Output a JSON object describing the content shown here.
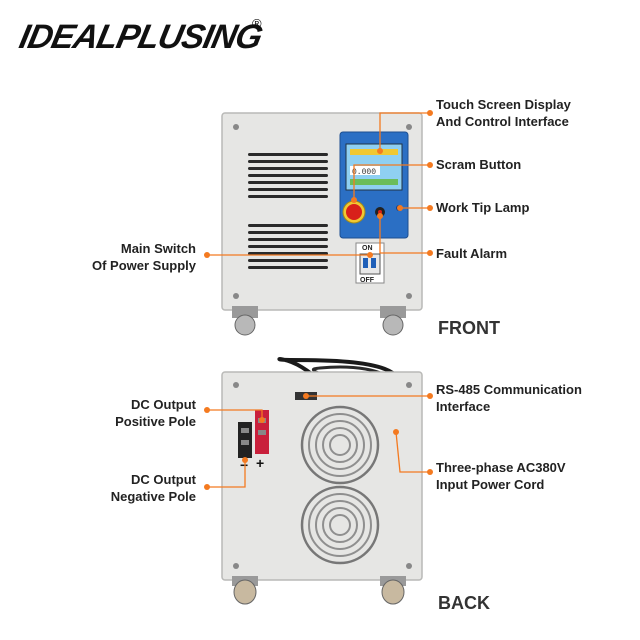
{
  "brand": {
    "logo_text": "IDEALPLUSING",
    "registered_mark": "®"
  },
  "front": {
    "title": "FRONT",
    "display_readout": "0.000",
    "switch_on_label": "ON",
    "switch_off_label": "OFF",
    "callouts": {
      "touch_screen_line1": "Touch Screen Display",
      "touch_screen_line2": "And Control Interface",
      "scram_button": "Scram Button",
      "work_tip_lamp": "Work Tip Lamp",
      "fault_alarm": "Fault Alarm",
      "main_switch_line1": "Main Switch",
      "main_switch_line2": "Of Power Supply"
    }
  },
  "back": {
    "title": "BACK",
    "callouts": {
      "rs485_line1": "RS-485 Communication",
      "rs485_line2": "Interface",
      "three_phase_line1": "Three-phase AC380V",
      "three_phase_line2": "Input Power Cord",
      "dc_pos_line1": "DC Output",
      "dc_pos_line2": "Positive Pole",
      "dc_neg_line1": "DC Output",
      "dc_neg_line2": "Negative Pole"
    }
  },
  "colors": {
    "accent": "#f47a20",
    "cabinet": "#e6e6e4",
    "panel_blue": "#2b6fc4",
    "scram_red": "#d8201a"
  }
}
